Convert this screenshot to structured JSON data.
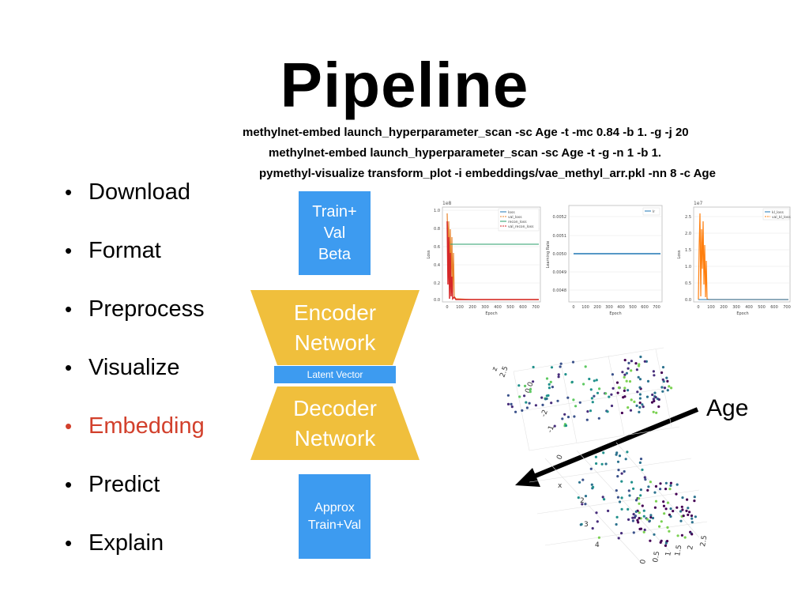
{
  "title": "Pipeline",
  "commands": [
    "methylnet-embed launch_hyperparameter_scan -sc Age -t -mc 0.84 -b 1. -g -j 20",
    "methylnet-embed launch_hyperparameter_scan -sc Age -t -g -n 1 -b 1.",
    "pymethyl-visualize transform_plot -i embeddings/vae_methyl_arr.pkl -nn 8 -c Age"
  ],
  "bullets": [
    "Download",
    "Format",
    "Preprocess",
    "Visualize",
    "Embedding",
    "Predict",
    "Explain"
  ],
  "active_bullet": "Embedding",
  "colors": {
    "accent_red": "#d2402c",
    "blue": "#3d9bf0",
    "gold": "#f0bf3c"
  },
  "diagram": {
    "input_box": "Train+\nVal\nBeta",
    "encoder": "Encoder\nNetwork",
    "latent": "Latent Vector",
    "decoder": "Decoder\nNetwork",
    "output_box": "Approx\nTrain+Val"
  },
  "plots": {
    "loss": {
      "exponent": "1e8",
      "ylabel": "Loss",
      "xlabel": "Epoch",
      "yticks": [
        "1.0",
        "0.8",
        "0.6",
        "0.4",
        "0.2",
        "0.0"
      ],
      "xticks": [
        "0",
        "100",
        "200",
        "300",
        "400",
        "500",
        "600",
        "700"
      ],
      "legend": [
        "loss",
        "val_loss",
        "recon_loss",
        "val_recon_loss"
      ]
    },
    "lr": {
      "ylabel": "Learning Rate",
      "xlabel": "Epoch",
      "yticks": [
        "0.0052",
        "0.0051",
        "0.0050",
        "0.0049",
        "0.0048"
      ],
      "xticks": [
        "0",
        "100",
        "200",
        "300",
        "400",
        "500",
        "600",
        "700"
      ],
      "legend": [
        "lr"
      ]
    },
    "kl": {
      "exponent": "1e7",
      "ylabel": "Loss",
      "xlabel": "Epoch",
      "yticks": [
        "2.5",
        "2.0",
        "1.5",
        "1.0",
        "0.5",
        "0.0"
      ],
      "xticks": [
        "0",
        "100",
        "200",
        "300",
        "400",
        "500",
        "600",
        "700"
      ],
      "legend": [
        "kl_loss",
        "val_kl_loss"
      ]
    }
  },
  "scatter3d": {
    "z_label": "z",
    "x_label": "x",
    "z_ticks": [
      "2.5",
      "0.0",
      "-2",
      "-1",
      "0"
    ],
    "x_ticks": [
      "2",
      "3",
      "4"
    ],
    "y_ticks": [
      "0",
      "0.5",
      "1",
      "1.5",
      "2",
      "2.5"
    ]
  },
  "arrow_label": "Age"
}
